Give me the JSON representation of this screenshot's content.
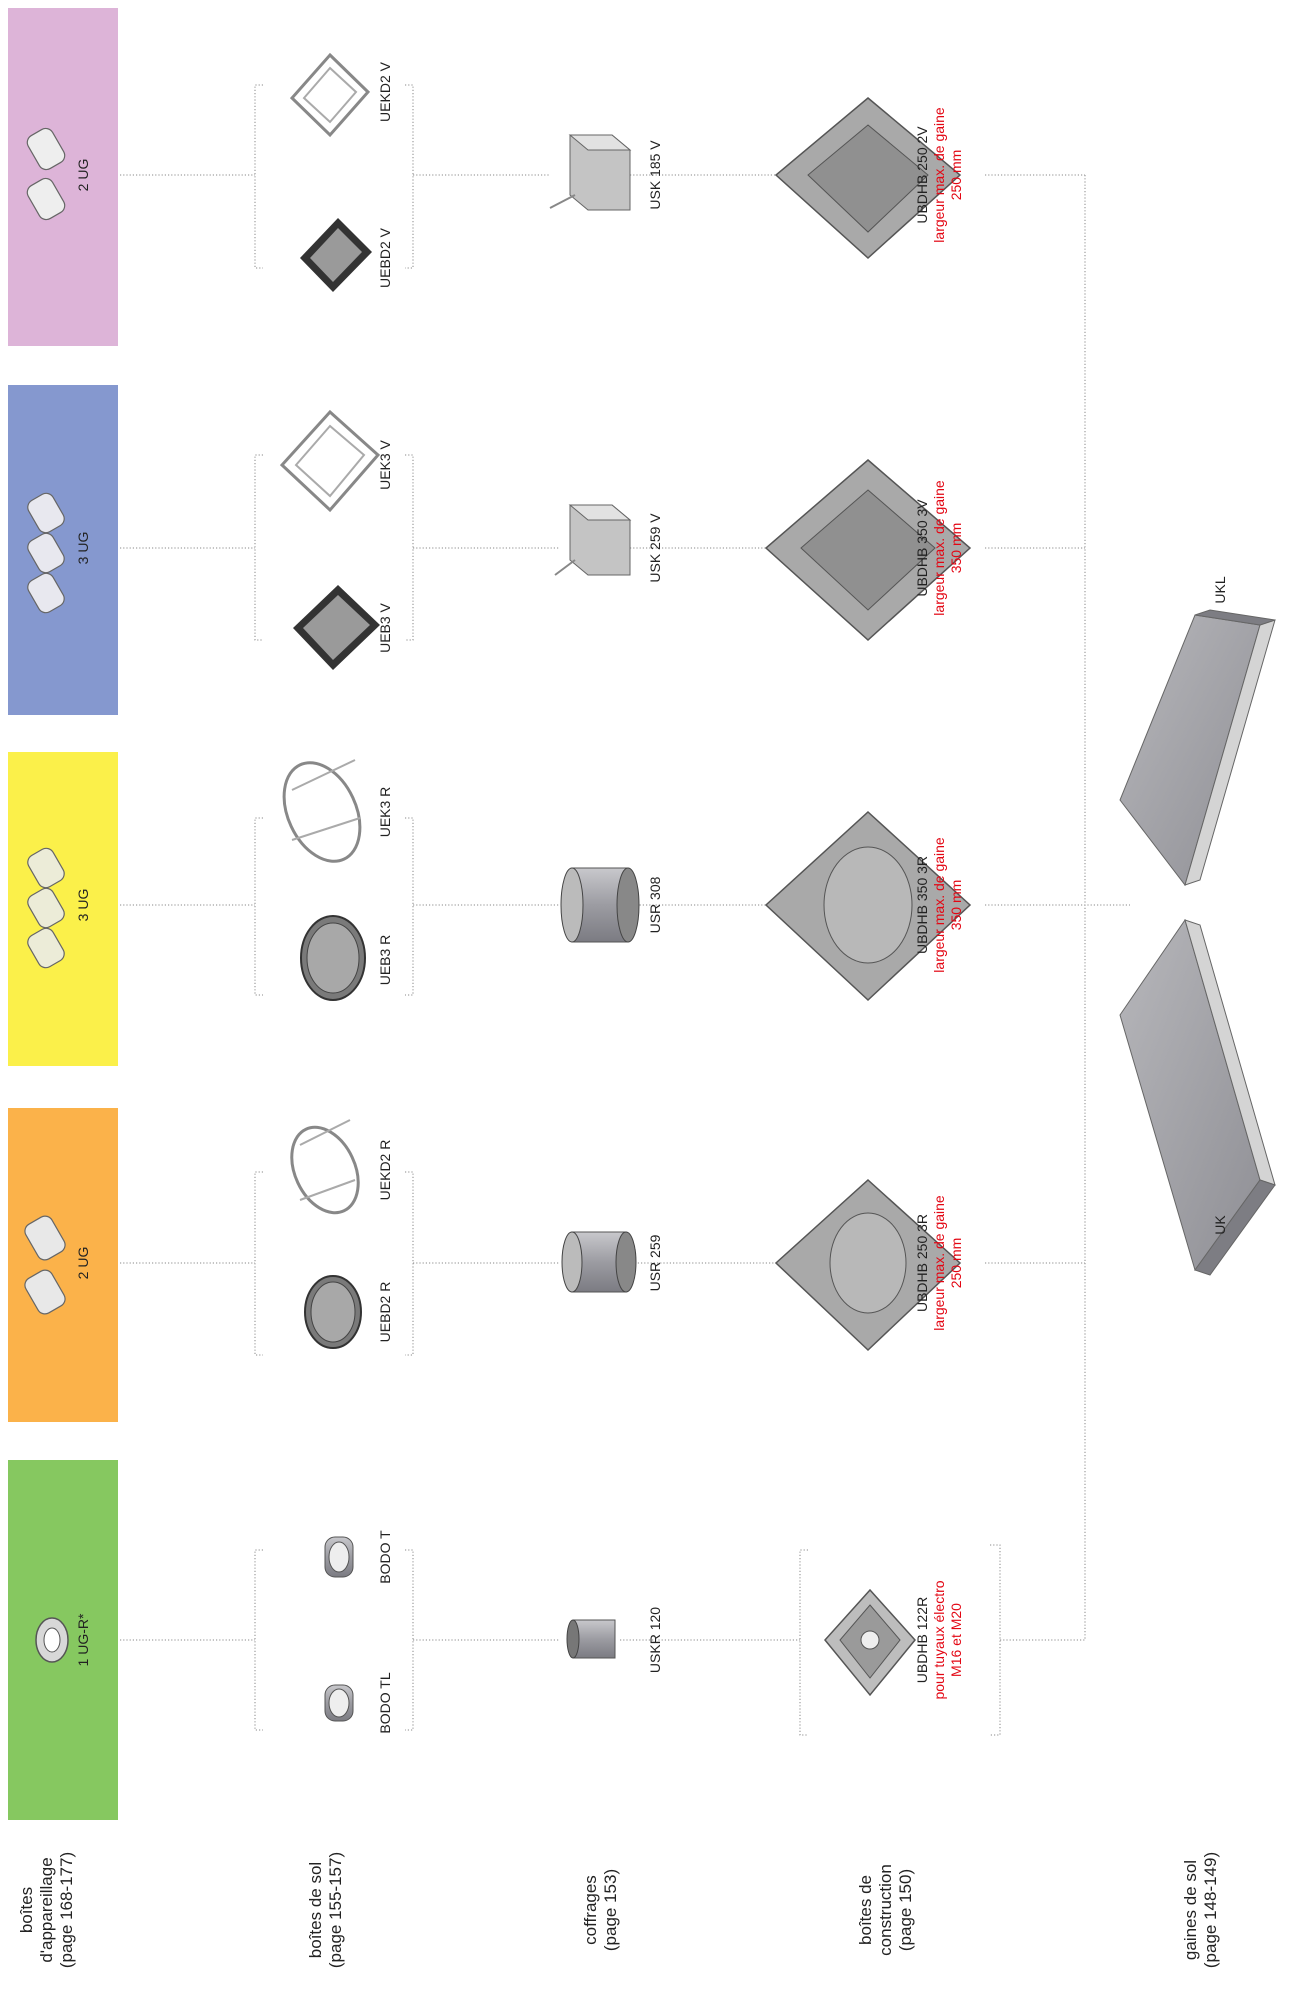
{
  "rows": {
    "appareillage": [
      "boîtes",
      "d'appareillage",
      "(page 168-177)"
    ],
    "sol": [
      "boîtes de sol",
      "(page 155-157)"
    ],
    "coffrages": [
      "coffrages",
      "(page 153)"
    ],
    "construction": [
      "boîtes de",
      "construction",
      "(page 150)"
    ],
    "gaines": [
      "gaines de sol",
      "(page 148-149)"
    ]
  },
  "columns": [
    {
      "color": "#86c860",
      "app_label": "1 UG-R*",
      "sol": [
        "BODO TL",
        "BODO T"
      ],
      "coffrage": "USKR 120",
      "construction": {
        "name": "UBDHB 122R",
        "note": [
          "pour tuyaux électro",
          "M16 et M20"
        ]
      }
    },
    {
      "color": "#fbb24a",
      "app_label": "2 UG",
      "sol": [
        "UEBD2 R",
        "UEKD2 R"
      ],
      "coffrage": "USR 259",
      "construction": {
        "name": "UBDHB 250 3R",
        "note": [
          "largeur max. de gaine",
          "250 mm"
        ]
      }
    },
    {
      "color": "#fbf04a",
      "app_label": "3 UG",
      "sol": [
        "UEB3 R",
        "UEK3 R"
      ],
      "coffrage": "USR 308",
      "construction": {
        "name": "UBDHB 350 3R",
        "note": [
          "largeur max. de gaine",
          "350 mm"
        ]
      }
    },
    {
      "color": "#8598cf",
      "app_label": "3 UG",
      "sol": [
        "UEB3 V",
        "UEK3 V"
      ],
      "coffrage": "USK 259 V",
      "construction": {
        "name": "UBDHB 350 3V",
        "note": [
          "largeur max. de gaine",
          "350 mm"
        ]
      }
    },
    {
      "color": "#ddb4d8",
      "app_label": "2 UG",
      "sol": [
        "UEBD2 V",
        "UEKD2 V"
      ],
      "coffrage": "USK 185 V",
      "construction": {
        "name": "UBDHB 250 2V",
        "note": [
          "largeur max. de gaine",
          "250 mm"
        ]
      }
    }
  ],
  "gaines": [
    "UK",
    "UKL"
  ]
}
